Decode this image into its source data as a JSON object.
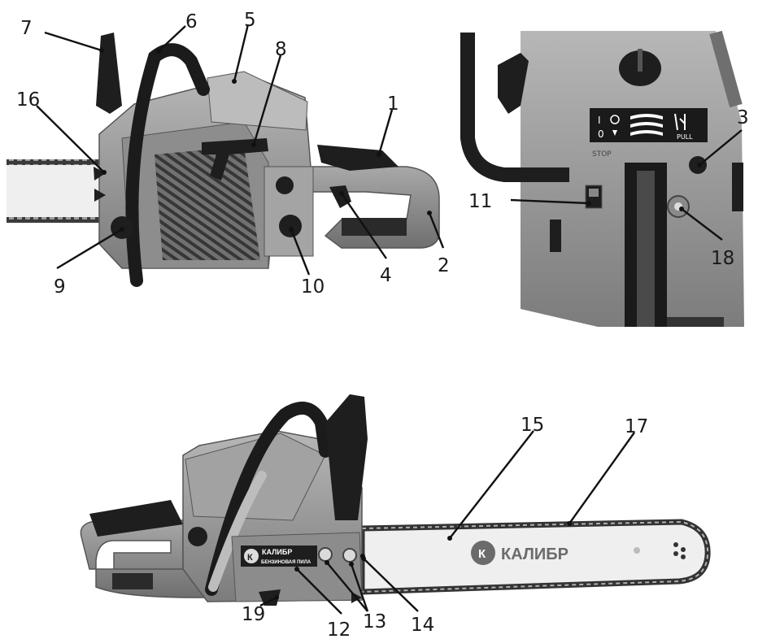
{
  "callouts": {
    "c1": "1",
    "c2": "2",
    "c3": "3",
    "c4": "4",
    "c5": "5",
    "c6": "6",
    "c7": "7",
    "c8": "8",
    "c9": "9",
    "c10": "10",
    "c11": "11",
    "c12": "12",
    "c13": "13",
    "c14": "14",
    "c15": "15",
    "c16": "16",
    "c17": "17",
    "c18": "18",
    "c19": "19"
  },
  "branding": {
    "brand_name": "КАЛИБР",
    "housing_subtitle": "БЕНЗИНОВАЯ ПИЛА",
    "logo_letter": "К"
  },
  "control_panel": {
    "on_mark": "I",
    "off_mark": "0",
    "stop_label": "STOP",
    "pull_label": "PULL"
  },
  "colors": {
    "body_gray": "#9a9a9a",
    "dark_part": "#1e1e1e",
    "bar_light": "#efefef"
  }
}
